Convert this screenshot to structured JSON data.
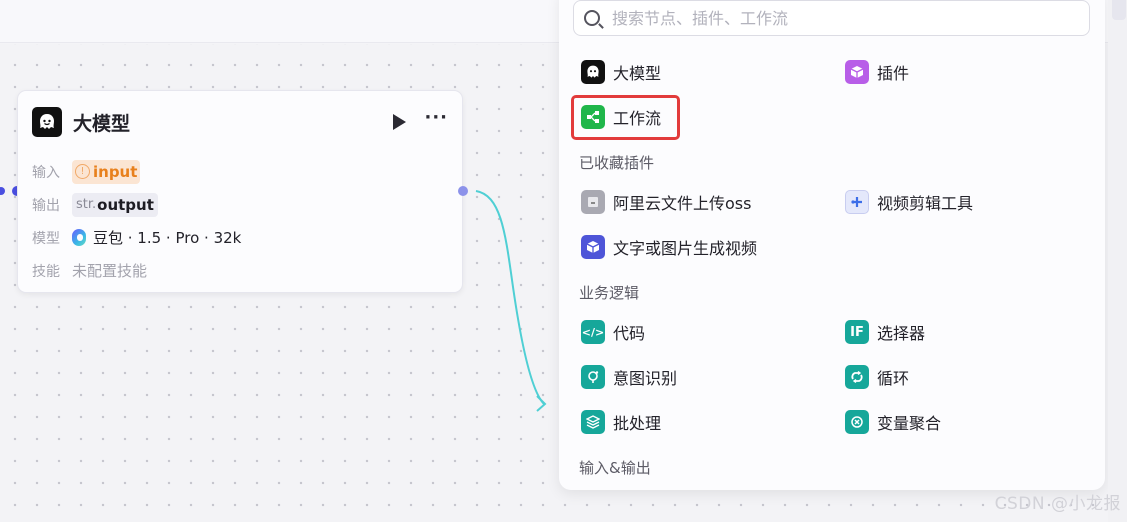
{
  "node": {
    "title": "大模型",
    "icon": "llm-ghost-icon",
    "actions": {
      "run": "play-icon",
      "more": "···"
    },
    "rows": {
      "input": {
        "label": "输入",
        "value": "input",
        "icon": "warning-circle-icon",
        "icon_glyph": "!"
      },
      "output": {
        "label": "输出",
        "type": "str.",
        "value": "output"
      },
      "model": {
        "label": "模型",
        "value": "豆包 · 1.5 · Pro · 32k"
      },
      "skill": {
        "label": "技能",
        "value": "未配置技能"
      }
    }
  },
  "panel": {
    "search": {
      "placeholder": "搜索节点、插件、工作流",
      "value": ""
    },
    "top_items": [
      {
        "label": "大模型",
        "icon": "llm-ghost-icon",
        "color": "#111111"
      },
      {
        "label": "插件",
        "icon": "cube-icon",
        "color": "#b85ee8"
      },
      {
        "label": "工作流",
        "icon": "workflow-icon",
        "color": "#1fb64a",
        "highlighted": true
      }
    ],
    "sections": [
      {
        "title": "已收藏插件",
        "items": [
          {
            "label": "阿里云文件上传oss",
            "icon": "file-upload-icon",
            "color": "#a9a9b2"
          },
          {
            "label": "视频剪辑工具",
            "icon": "video-edit-icon",
            "color": "#e4e8fb"
          },
          {
            "label": "文字或图片生成视频",
            "icon": "cube-icon",
            "color": "#4e55d8"
          }
        ]
      },
      {
        "title": "业务逻辑",
        "items": [
          {
            "label": "代码",
            "icon": "code-icon",
            "color": "#16a79a"
          },
          {
            "label": "选择器",
            "icon": "if-icon",
            "glyph": "IF",
            "color": "#16a79a"
          },
          {
            "label": "意图识别",
            "icon": "intent-bulb-icon",
            "color": "#16a79a"
          },
          {
            "label": "循环",
            "icon": "loop-icon",
            "color": "#16a79a"
          },
          {
            "label": "批处理",
            "icon": "batch-layers-icon",
            "color": "#16a79a"
          },
          {
            "label": "变量聚合",
            "icon": "variable-merge-icon",
            "color": "#16a79a"
          }
        ]
      },
      {
        "title": "输入&输出",
        "items": []
      }
    ]
  },
  "colors": {
    "accent_edge": "#4fcfd4",
    "highlight": "#e23b3b",
    "input_tag_bg": "#fbe5d3",
    "input_tag_text": "#e8801c"
  },
  "watermark": "CSDN @小龙报"
}
